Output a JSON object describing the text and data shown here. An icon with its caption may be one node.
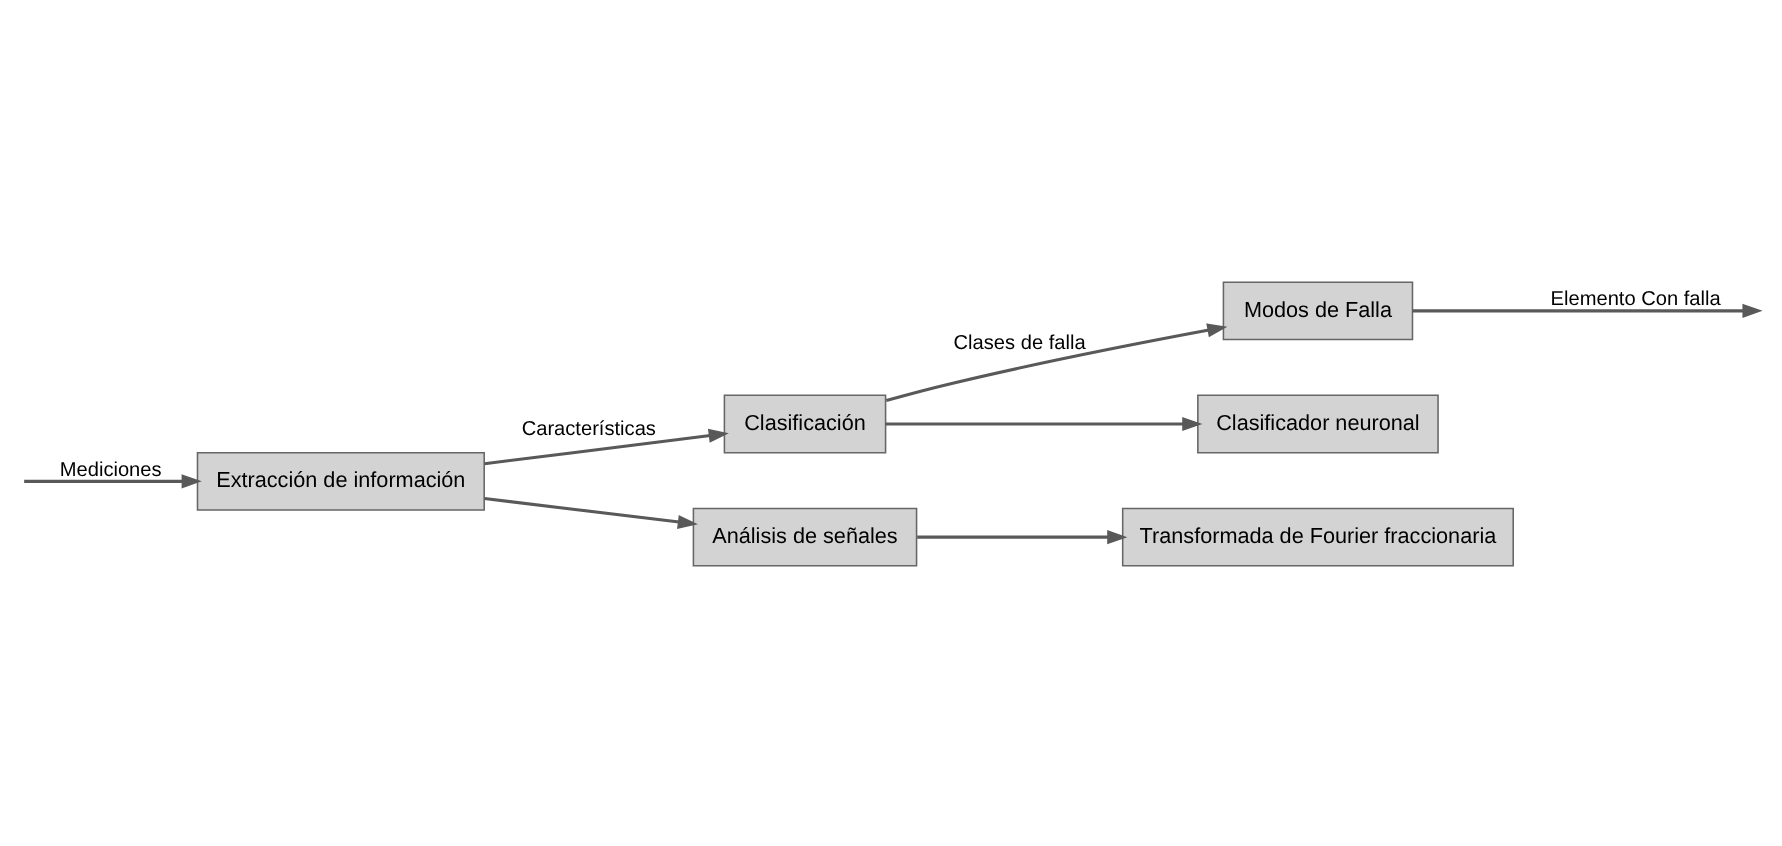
{
  "diagram": {
    "nodes": [
      {
        "text": [
          "Extracción de información"
        ]
      },
      {
        "text": [
          "Clasificación"
        ]
      },
      {
        "text": [
          "Modos de Falla"
        ]
      },
      {
        "text": [
          "Análisis de señales"
        ]
      },
      {
        "text": [
          "Clasificador neuronal"
        ]
      },
      {
        "text": [
          "Transformada de Fourier fraccionaria"
        ]
      }
    ],
    "edges": [
      {
        "from": null,
        "to": 0,
        "arrow": "to",
        "label": "Mediciones"
      },
      {
        "from": 0,
        "to": 1,
        "arrow": "to",
        "label": "Características"
      },
      {
        "from": 1,
        "to": 2,
        "arrow": "to",
        "label": "Clases de falla"
      },
      {
        "from": 2,
        "to": null,
        "arrow": "to",
        "label": "Elemento Con falla"
      },
      {
        "from": 0,
        "to": 3,
        "arrow": "to"
      },
      {
        "from": 1,
        "to": 4,
        "arrow": "to"
      },
      {
        "from": 3,
        "to": 5,
        "arrow": "to"
      }
    ]
  }
}
